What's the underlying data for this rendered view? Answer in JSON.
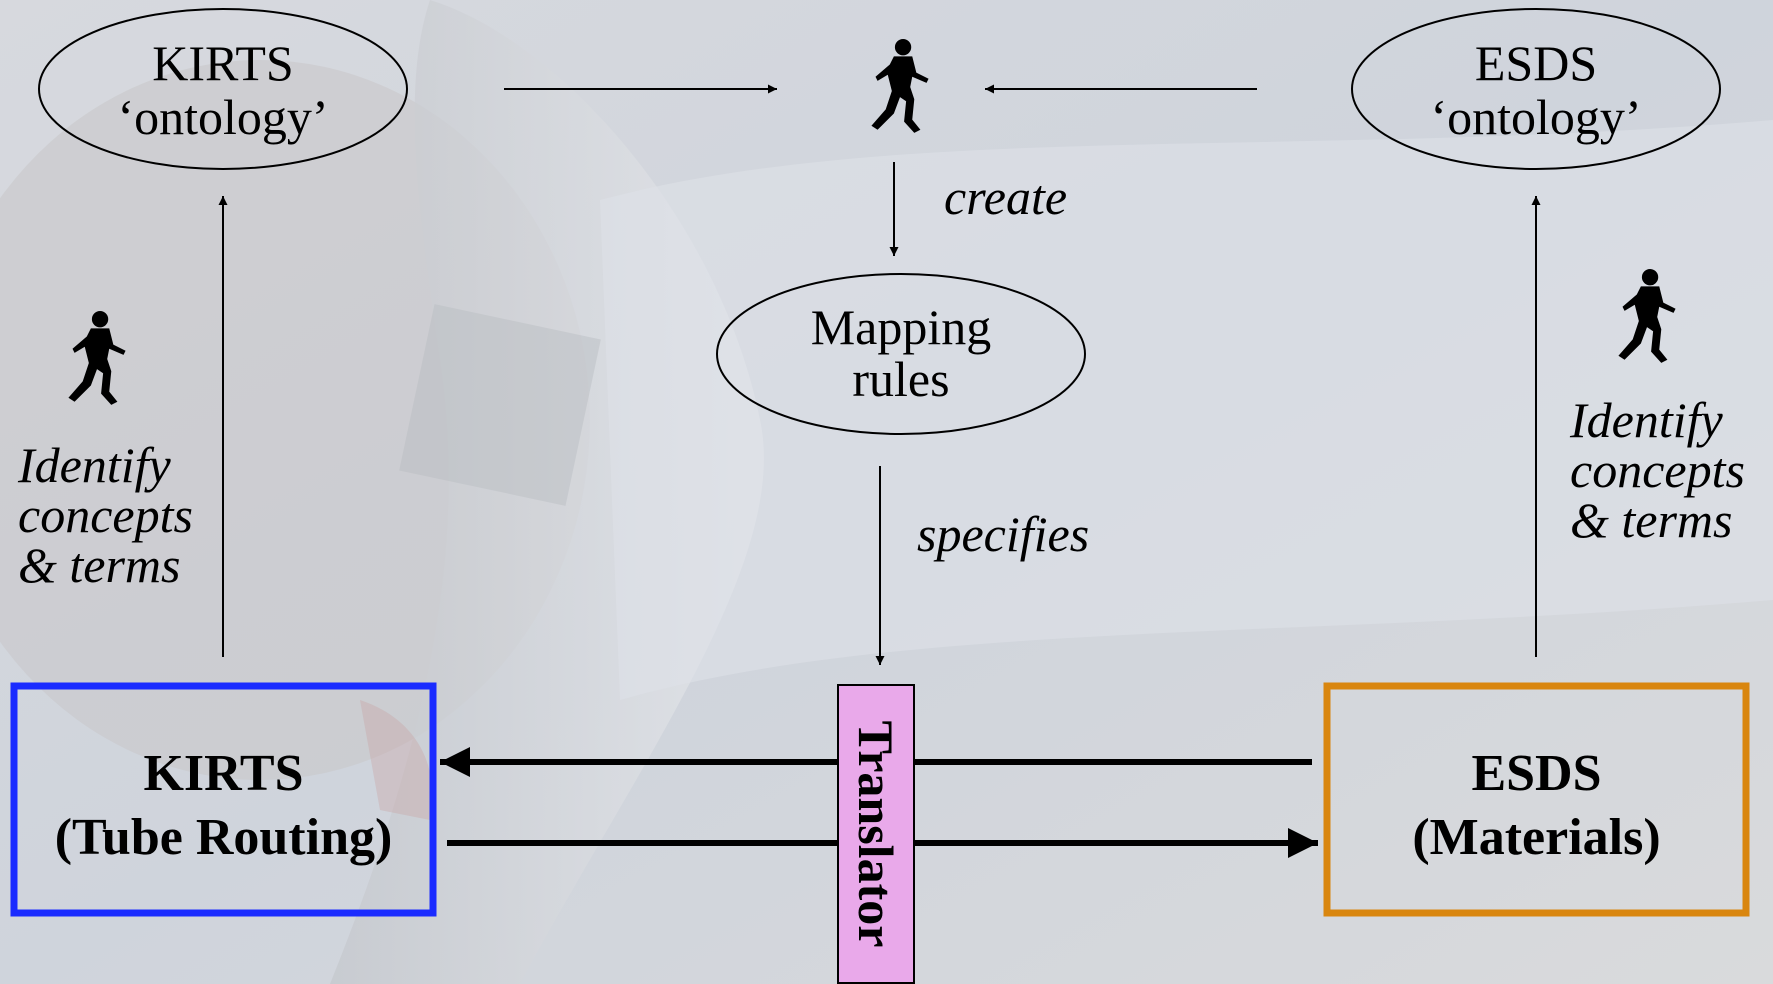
{
  "kirts_ontology": {
    "line1": "KIRTS",
    "line2": "‘ontology’"
  },
  "esds_ontology": {
    "line1": "ESDS",
    "line2": "‘ontology’"
  },
  "mapping_rules": {
    "line1": "Mapping",
    "line2": "rules"
  },
  "create_label": "create",
  "specifies_label": "specifies",
  "identify_left": {
    "line1": "Identify",
    "line2": "concepts",
    "line3": "& terms"
  },
  "identify_right": {
    "line1": "Identify",
    "line2": "concepts",
    "line3": "& terms"
  },
  "kirts_box": {
    "line1": "KIRTS",
    "line2": "(Tube Routing)",
    "border_color": "#1a2bff"
  },
  "esds_box": {
    "line1": "ESDS",
    "line2": "(Materials)",
    "border_color": "#d9860f"
  },
  "translator": {
    "label": "Translator",
    "fill_color": "#e9a9ea"
  },
  "person_icon": "person-running-icon"
}
